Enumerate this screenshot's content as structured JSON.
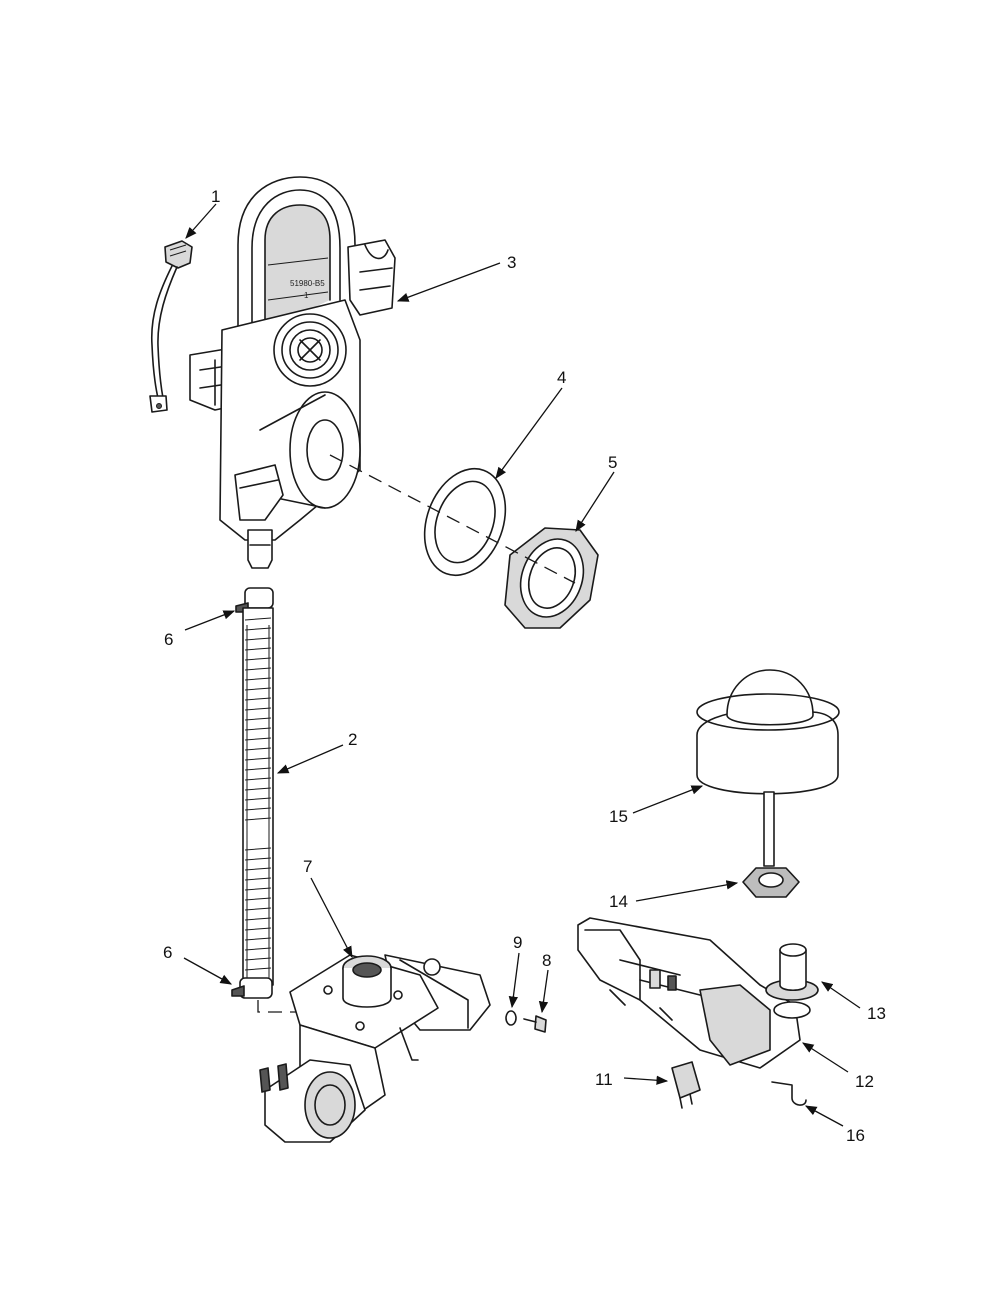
{
  "callouts": [
    {
      "id": "1",
      "text": "1"
    },
    {
      "id": "2",
      "text": "2"
    },
    {
      "id": "3",
      "text": "3"
    },
    {
      "id": "4",
      "text": "4"
    },
    {
      "id": "5",
      "text": "5"
    },
    {
      "id": "6a",
      "text": "6"
    },
    {
      "id": "6b",
      "text": "6"
    },
    {
      "id": "7",
      "text": "7"
    },
    {
      "id": "8",
      "text": "8"
    },
    {
      "id": "9",
      "text": "9"
    },
    {
      "id": "11",
      "text": "11"
    },
    {
      "id": "12",
      "text": "12"
    },
    {
      "id": "13",
      "text": "13"
    },
    {
      "id": "14",
      "text": "14"
    },
    {
      "id": "15",
      "text": "15"
    },
    {
      "id": "16",
      "text": "16"
    }
  ],
  "part_markings": {
    "housing_code_line1": "51980-B5",
    "housing_code_line2": "1"
  }
}
